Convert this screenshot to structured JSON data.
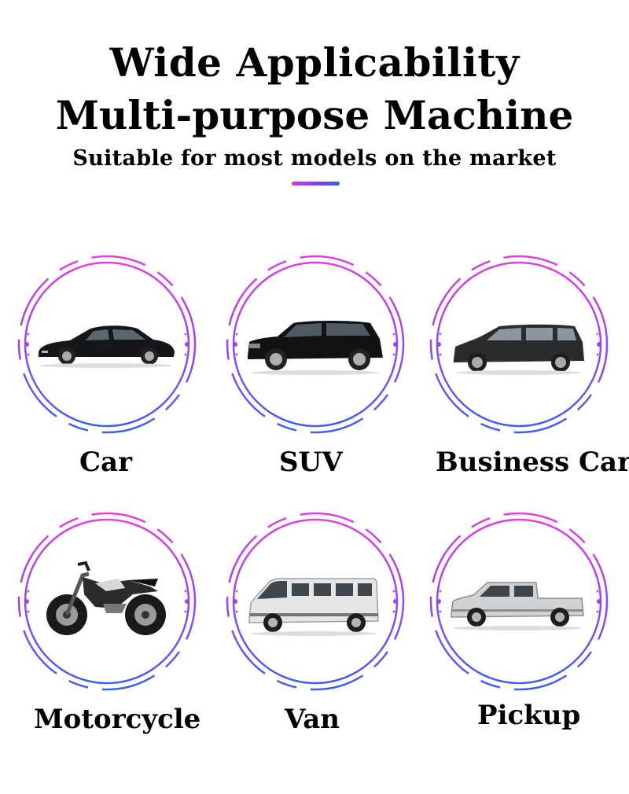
{
  "header": {
    "title_line1": "Wide Applicability",
    "title_line2": "Multi-purpose Machine",
    "subtitle": "Suitable for most models on the market"
  },
  "colors": {
    "ring_top": "#e13fe0",
    "ring_mid": "#9b45ef",
    "ring_bottom": "#3f5ff2",
    "accent_start": "#d23ad8",
    "accent_end": "#2c5ff0"
  },
  "vehicles": [
    {
      "label": "Car",
      "icon": "sedan-icon"
    },
    {
      "label": "SUV",
      "icon": "suv-icon"
    },
    {
      "label": "Business Car",
      "icon": "minivan-icon"
    },
    {
      "label": "Motorcycle",
      "icon": "motorcycle-icon"
    },
    {
      "label": "Van",
      "icon": "van-icon"
    },
    {
      "label": "Pickup",
      "icon": "pickup-icon"
    }
  ]
}
